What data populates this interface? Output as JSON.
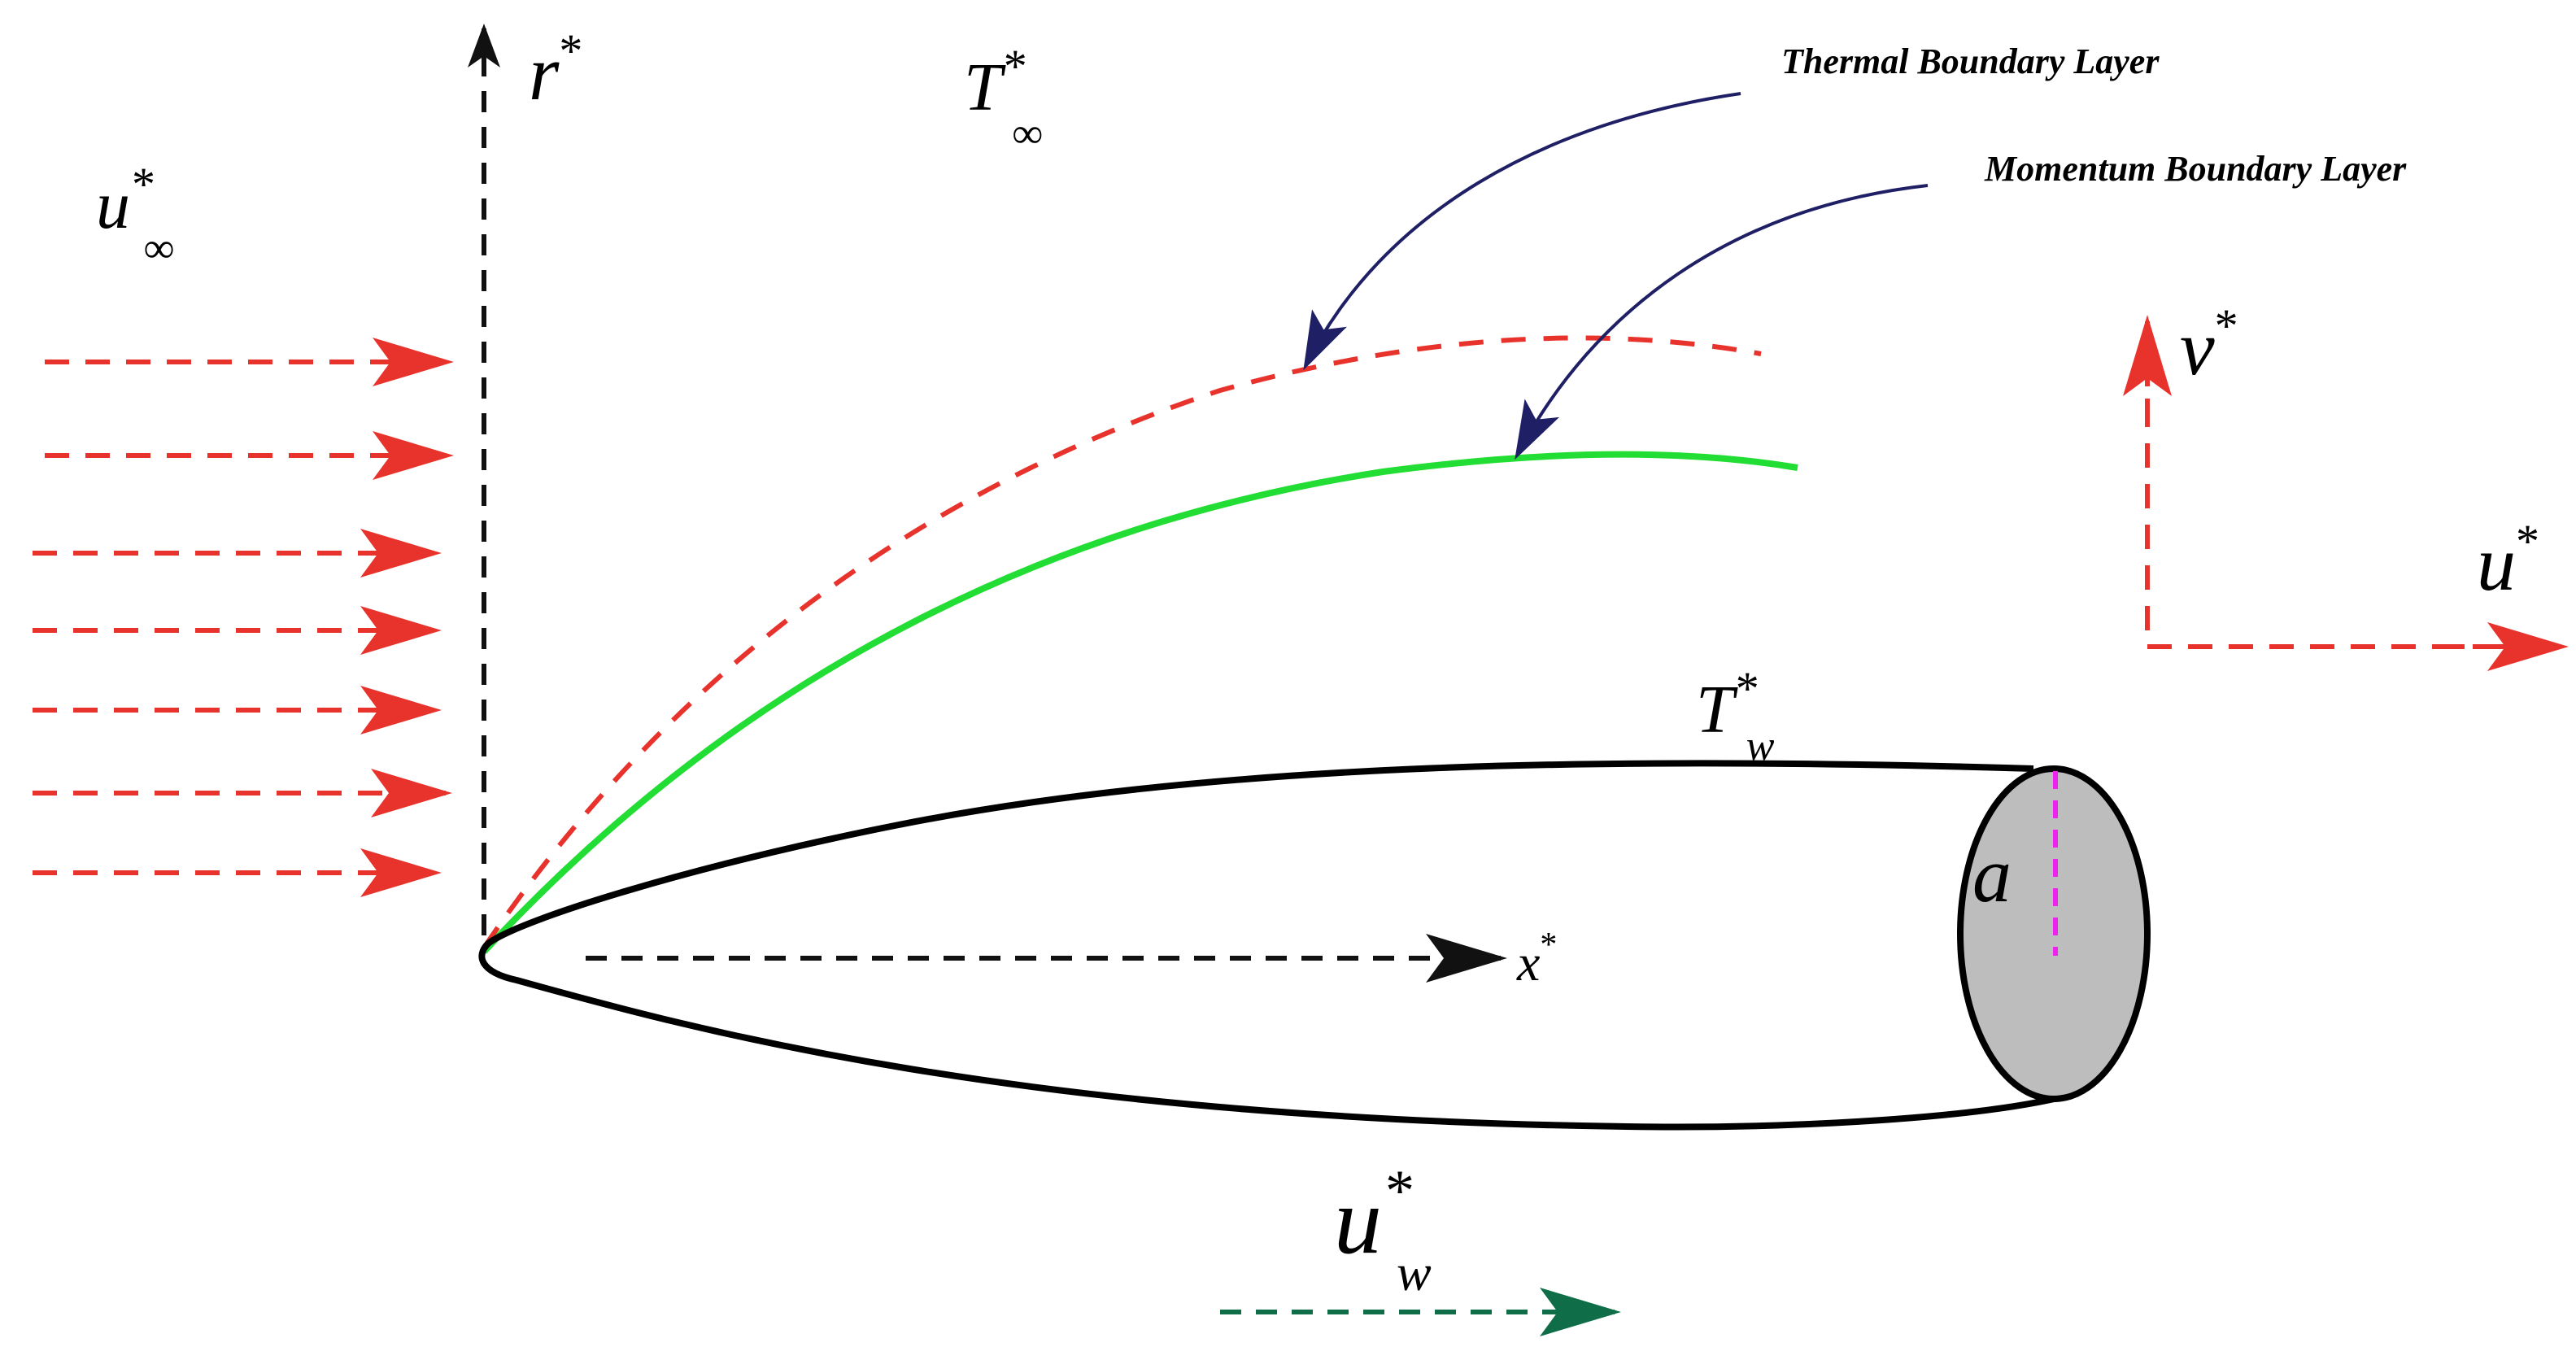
{
  "labels": {
    "r_axis": {
      "base": "r",
      "sup": "*"
    },
    "t_inf": {
      "base": "T",
      "sup": "*",
      "sub": "∞"
    },
    "u_inf": {
      "base": "u",
      "sup": "*",
      "sub": "∞"
    },
    "thermal_bl": "Thermal Boundary Layer",
    "momentum_bl": "Momentum Boundary Layer",
    "v_axis": {
      "base": "v",
      "sup": "*"
    },
    "u_axis": {
      "base": "u",
      "sup": "*"
    },
    "t_wall": {
      "base": "T",
      "sup": "*",
      "sub": "w"
    },
    "radius": "a",
    "x_axis": {
      "base": "x",
      "sup": "*"
    },
    "u_wall": {
      "base": "u",
      "sup": "*",
      "sub": "w"
    }
  },
  "colors": {
    "freestream_arrows": "#e8332d",
    "thermal_layer": "#e8332d",
    "momentum_layer": "#22dd33",
    "body_outline": "#000000",
    "cross_section_fill": "#bdbdbd",
    "radius_line": "#ee22ee",
    "callout_arrows": "#1f1f66",
    "wall_velocity_arrow": "#0f6e47"
  }
}
